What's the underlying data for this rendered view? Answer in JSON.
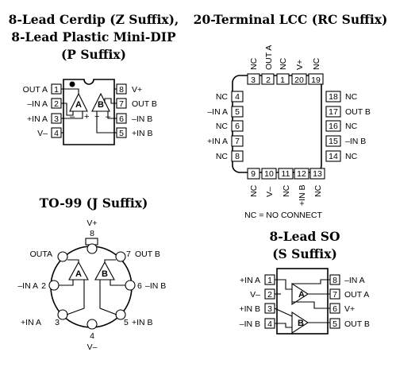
{
  "dip": {
    "title_line1": "8-Lead Cerdip (Z Suffix),",
    "title_line2": "8-Lead Plastic Mini-DIP",
    "title_line3": "(P Suffix)",
    "left_pins": [
      {
        "num": "1",
        "label": "OUT A"
      },
      {
        "num": "2",
        "label": "–IN A"
      },
      {
        "num": "3",
        "label": "+IN A"
      },
      {
        "num": "4",
        "label": "V–"
      }
    ],
    "right_pins": [
      {
        "num": "8",
        "label": "V+"
      },
      {
        "num": "7",
        "label": "OUT B"
      },
      {
        "num": "6",
        "label": "–IN B"
      },
      {
        "num": "5",
        "label": "+IN B"
      }
    ],
    "amp_a": "A",
    "amp_b": "B",
    "minus": "–",
    "plus": "+"
  },
  "lcc": {
    "title": "20-Terminal LCC (RC Suffix)",
    "top_pins": [
      {
        "num": "3",
        "label": "NC"
      },
      {
        "num": "2",
        "label": "OUT A"
      },
      {
        "num": "1",
        "label": "NC"
      },
      {
        "num": "20",
        "label": "V+"
      },
      {
        "num": "19",
        "label": "NC"
      }
    ],
    "left_pins": [
      {
        "num": "4",
        "label": "NC"
      },
      {
        "num": "5",
        "label": "–IN A"
      },
      {
        "num": "6",
        "label": "NC"
      },
      {
        "num": "7",
        "label": "+IN A"
      },
      {
        "num": "8",
        "label": "NC"
      }
    ],
    "right_pins": [
      {
        "num": "18",
        "label": "NC"
      },
      {
        "num": "17",
        "label": "OUT B"
      },
      {
        "num": "16",
        "label": "NC"
      },
      {
        "num": "15",
        "label": "–IN B"
      },
      {
        "num": "14",
        "label": "NC"
      }
    ],
    "bottom_pins": [
      {
        "num": "9",
        "label": "NC"
      },
      {
        "num": "10",
        "label": "V–"
      },
      {
        "num": "11",
        "label": "NC"
      },
      {
        "num": "12",
        "label": "+IN B"
      },
      {
        "num": "13",
        "label": "NC"
      }
    ],
    "footnote": "NC = NO CONNECT"
  },
  "to99": {
    "title": "TO-99 (J Suffix)",
    "pins": [
      {
        "num": "8",
        "label": "V+"
      },
      {
        "num": "1",
        "label": "OUTA"
      },
      {
        "num": "2",
        "label": "–IN A"
      },
      {
        "num": "3",
        "label": "+IN A"
      },
      {
        "num": "4",
        "label": "V–"
      },
      {
        "num": "5",
        "label": "+IN B"
      },
      {
        "num": "6",
        "label": "–IN B"
      },
      {
        "num": "7",
        "label": "OUT B"
      }
    ],
    "amp_a": "A",
    "amp_b": "B"
  },
  "so": {
    "title_line1": "8-Lead SO",
    "title_line2": "(S Suffix)",
    "left_pins": [
      {
        "num": "1",
        "label": "+IN A"
      },
      {
        "num": "2",
        "label": "V–"
      },
      {
        "num": "3",
        "label": "+IN B"
      },
      {
        "num": "4",
        "label": "–IN B"
      }
    ],
    "right_pins": [
      {
        "num": "8",
        "label": "–IN A"
      },
      {
        "num": "7",
        "label": "OUT A"
      },
      {
        "num": "6",
        "label": "V+"
      },
      {
        "num": "5",
        "label": "OUT B"
      }
    ],
    "amp_a": "A",
    "amp_b": "B"
  }
}
